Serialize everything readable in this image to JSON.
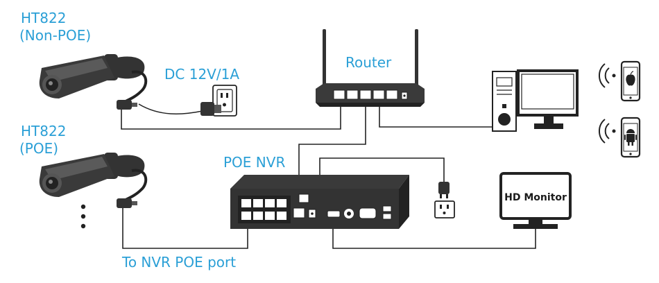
{
  "labels": {
    "camera_top_model": "HT822",
    "camera_top_type": "(Non-POE)",
    "camera_bottom_model": "HT822",
    "camera_bottom_type": "(POE)",
    "power_adapter": "DC 12V/1A",
    "router": "Router",
    "nvr": "POE NVR",
    "nvr_port_note": "To NVR POE port",
    "monitor": "HD Monitor"
  },
  "colors": {
    "label_text": "#2a9fd6",
    "device_fill": "#333333",
    "device_highlight": "#5a5a5a",
    "cable": "#222222",
    "background": "#ffffff"
  },
  "icons": {
    "camera": "bullet-camera-icon",
    "outlet": "wall-outlet-icon",
    "plug": "power-plug-icon",
    "router": "wifi-router-icon",
    "desktop": "desktop-computer-icon",
    "ios_phone": "apple-phone-icon",
    "android_phone": "android-phone-icon",
    "wifi": "wifi-signal-icon",
    "nvr": "nvr-recorder-icon",
    "monitor": "hd-monitor-icon",
    "more": "ellipsis-vertical-icon"
  }
}
